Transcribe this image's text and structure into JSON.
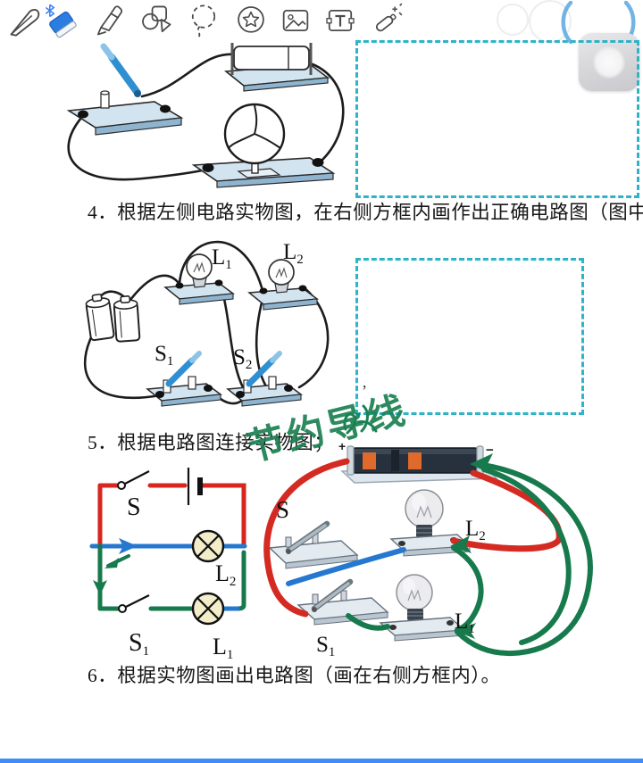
{
  "toolbar": {
    "tools": [
      {
        "name": "pen"
      },
      {
        "name": "eraser",
        "selected": true
      },
      {
        "name": "highlighter"
      },
      {
        "name": "shapes"
      },
      {
        "name": "lasso"
      },
      {
        "name": "sticker"
      },
      {
        "name": "image"
      },
      {
        "name": "text"
      },
      {
        "name": "laser-pointer"
      }
    ]
  },
  "questions": {
    "q4": "4．根据左侧电路实物图，在右侧方框内画作出正确电路图（图中",
    "q5": "5．根据电路图连接实物图；",
    "q6": "6．根据实物图画出电路图（画在右侧方框内）。"
  },
  "handwriting": {
    "text": "节约导线",
    "color": "#1c8152"
  },
  "labels": {
    "L1": {
      "base": "L",
      "sub": "1"
    },
    "L2": {
      "base": "L",
      "sub": "2"
    },
    "S1": {
      "base": "S",
      "sub": "1"
    },
    "S2": {
      "base": "S",
      "sub": "2"
    },
    "S": "S",
    "plus": "+",
    "minus": "−"
  },
  "marks": {
    "box2_comma": "’"
  },
  "colors": {
    "dashed_box": "#2fb3c7",
    "ink_red": "#d42a22",
    "ink_green": "#177a4c",
    "ink_blue": "#2577cf",
    "eraser_blue": "#2b7de0",
    "component_blue": "#d3e4f1",
    "bulb_symbol_fill": "#f3edc9",
    "progress_bar": "#3f8ef7"
  }
}
